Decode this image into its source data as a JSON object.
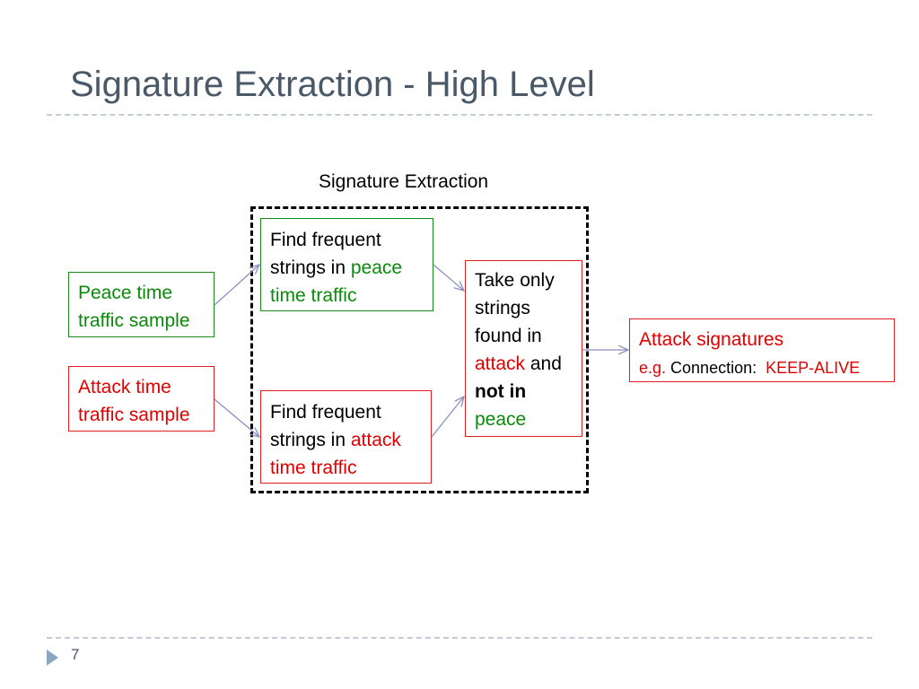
{
  "slide": {
    "title": "Signature Extraction - High Level",
    "page_number": "7"
  },
  "diagram": {
    "group_label": "Signature Extraction",
    "peace_sample": {
      "line1": "Peace time",
      "line2": "traffic sample"
    },
    "attack_sample": {
      "line1": "Attack time",
      "line2": "traffic sample"
    },
    "find_peace": {
      "prefix": "Find frequent strings in ",
      "highlight": "peace time traffic"
    },
    "find_attack": {
      "prefix": "Find frequent strings in ",
      "highlight": "attack time traffic"
    },
    "take_only": {
      "part1": "Take only strings found in ",
      "attack": "attack",
      "and": " and ",
      "not_in": "not in",
      "peace": "peace"
    },
    "attack_signatures": {
      "heading": "Attack signatures",
      "eg": "e.g.",
      "connection": " Connection:",
      "value": "KEEP-ALIVE"
    }
  },
  "colors": {
    "green": "#0a8a0a",
    "red": "#e00000",
    "title": "#4a5968",
    "arrow": "#8a8fc0"
  }
}
